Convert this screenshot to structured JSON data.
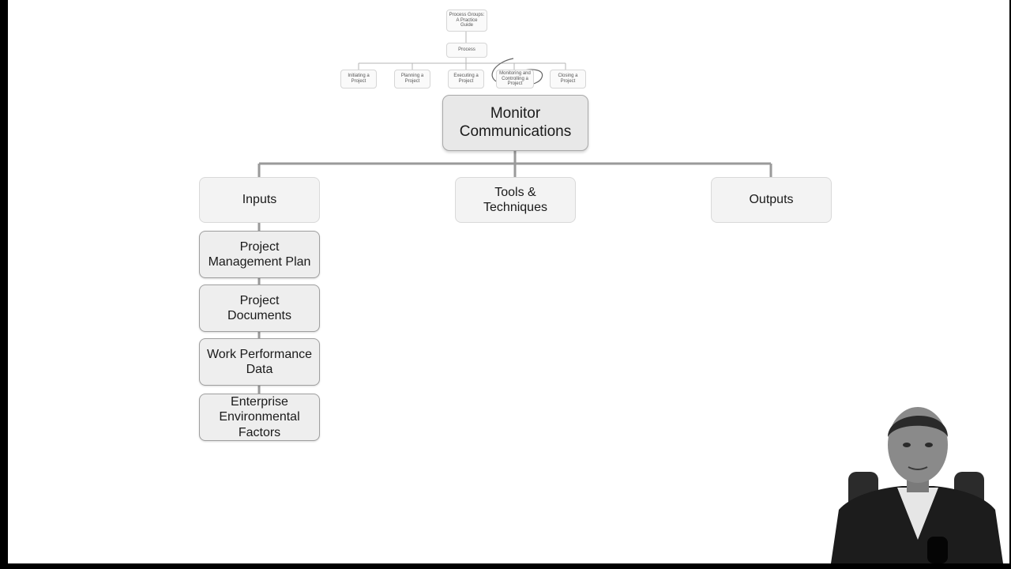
{
  "diagram": {
    "top": {
      "root": "Process Groups:\nA Practice\nGuide",
      "process": "Process",
      "groups": [
        "Initiating a Project",
        "Planning a Project",
        "Executing a\nProject",
        "Monitoring and\nControlling a\nProject",
        "Closing a Project"
      ]
    },
    "main_process": "Monitor\nCommunications",
    "categories": {
      "inputs": "Inputs",
      "tools": "Tools &\nTechniques",
      "outputs": "Outputs"
    },
    "inputs": [
      "Project\nManagement Plan",
      "Project\nDocuments",
      "Work Performance\nData",
      "Enterprise\nEnvironmental\nFactors"
    ]
  },
  "colors": {
    "slide_background": "#ffffff",
    "frame": "#000000",
    "box_fill": "#f2f2f2",
    "connector": "#9a9a9a",
    "highlight_circle": "#666666"
  }
}
